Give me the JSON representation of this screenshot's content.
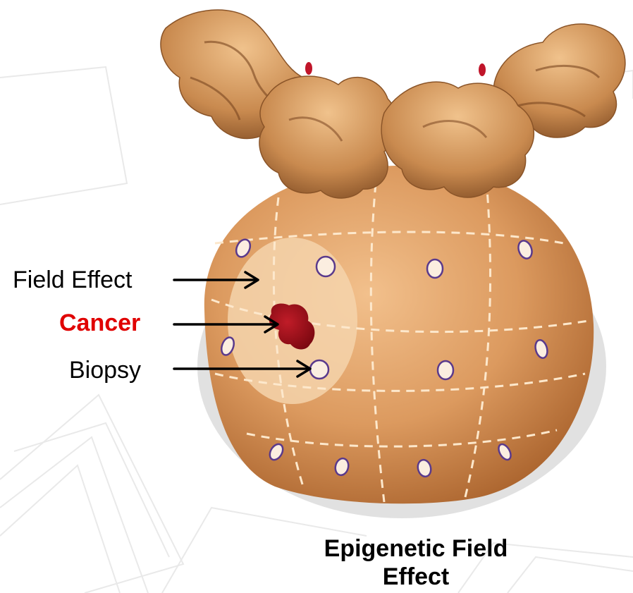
{
  "labels": {
    "field_effect": "Field Effect",
    "cancer": "Cancer",
    "biopsy": "Biopsy"
  },
  "caption": {
    "line1": "Epigenetic Field",
    "line2": "Effect"
  },
  "colors": {
    "cancer_text": "#e00000",
    "prostate_fill": "#d9955c",
    "field_zone": "#f1cfa6",
    "tumor": "#9a0d1a",
    "biopsy_ring": "#5a3a8c",
    "biopsy_fill": "#fbeee0",
    "grid_line": "#fde8cc",
    "arrow": "#000000"
  },
  "icons": {
    "organ": "prostate-illustration",
    "background": "faint-line-pattern"
  }
}
